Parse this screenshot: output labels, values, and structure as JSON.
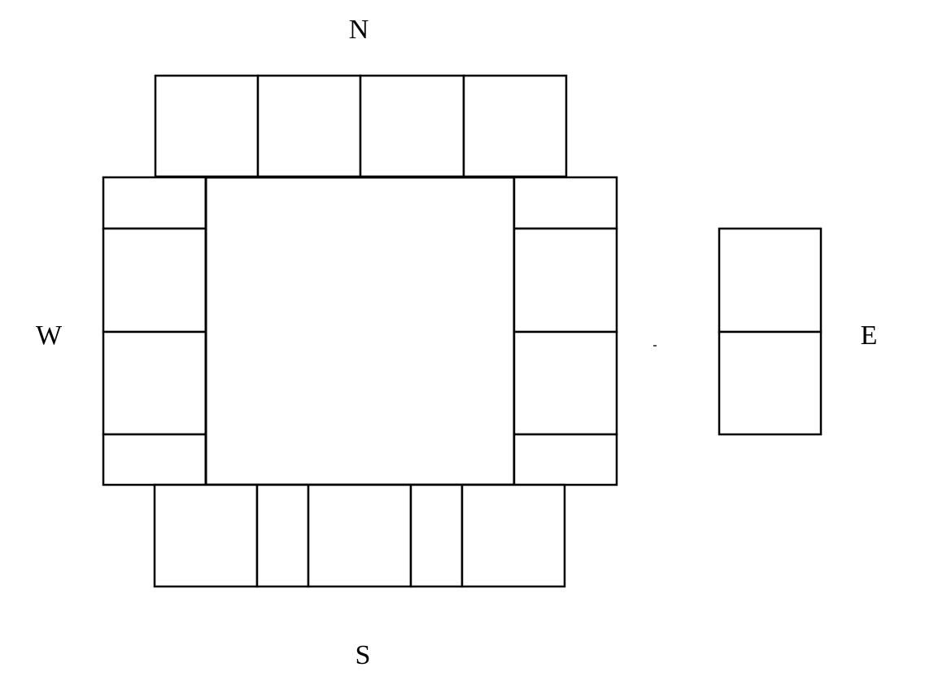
{
  "compass": {
    "north": "N",
    "south": "S",
    "west": "W",
    "east": "E"
  },
  "colors": {
    "line": "#000000",
    "background": "#ffffff",
    "text": "#000000"
  },
  "layout_groups": {
    "north_row_cells": 4,
    "south_row_cells": 5,
    "west_column_cells": 4,
    "east_column_cells": 4,
    "detached_block_cells": 2
  }
}
